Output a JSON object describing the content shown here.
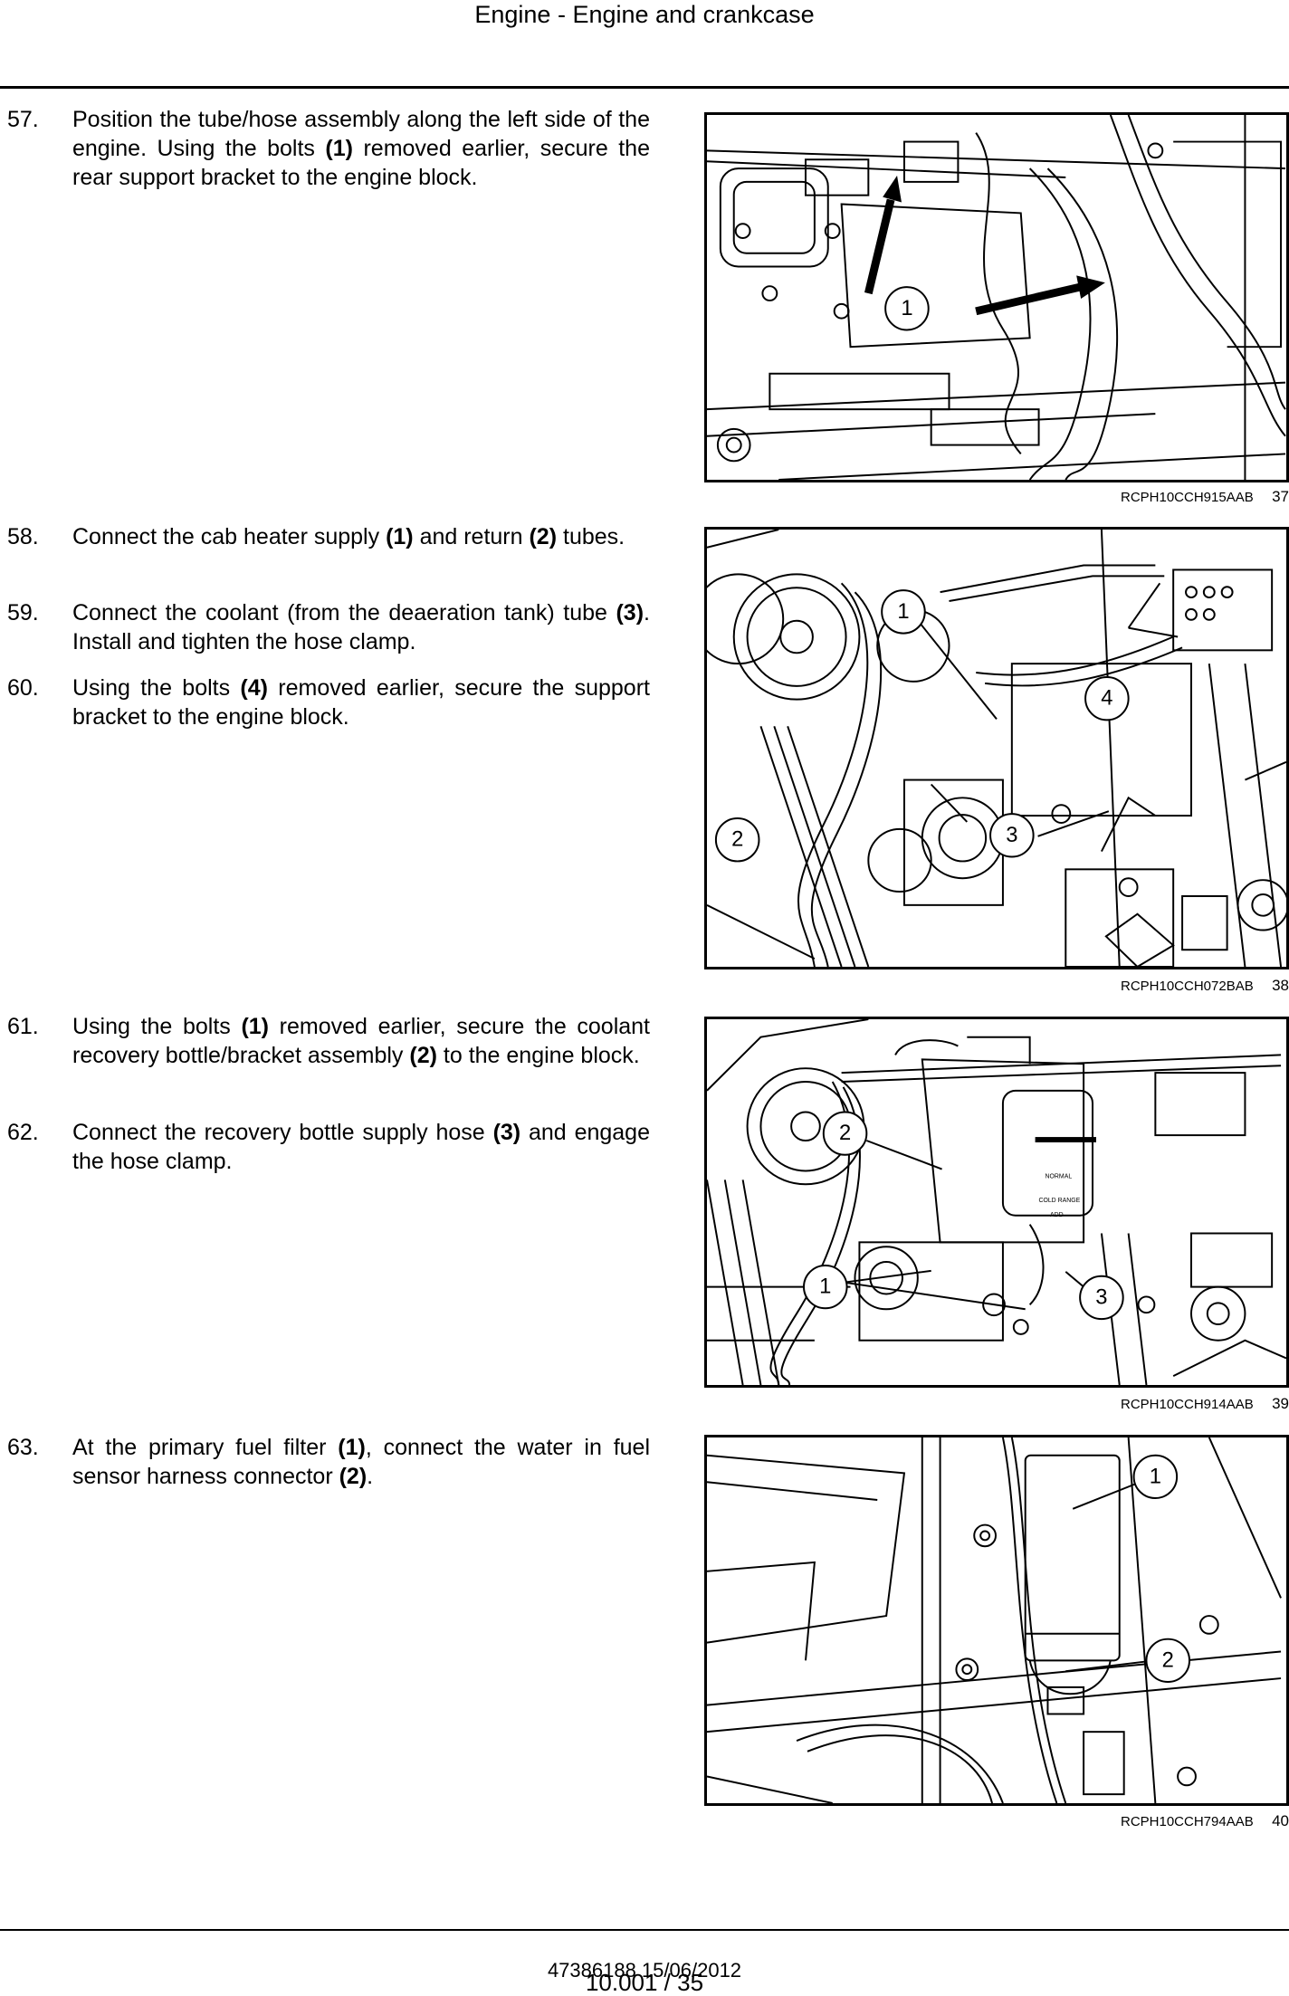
{
  "header": {
    "title": "Engine - Engine and crankcase"
  },
  "steps": [
    {
      "num": "57.",
      "parts": [
        "Position the tube/hose assembly along the left side of the engine.  Using the bolts ",
        "(1)",
        " removed earlier, secure the rear support bracket to the engine block."
      ]
    },
    {
      "num": "58.",
      "parts": [
        "Connect the cab heater supply ",
        "(1)",
        " and return ",
        "(2)",
        " tubes."
      ]
    },
    {
      "num": "59.",
      "parts": [
        "Connect the coolant (from the deaeration tank) tube ",
        "(3)",
        ". Install and tighten the hose clamp."
      ]
    },
    {
      "num": "60.",
      "parts": [
        "Using the bolts ",
        "(4)",
        " removed earlier, secure the support bracket to the engine block."
      ]
    },
    {
      "num": "61.",
      "parts": [
        "Using the bolts ",
        "(1)",
        " removed earlier, secure the coolant recovery bottle/bracket assembly ",
        "(2)",
        " to the engine block."
      ]
    },
    {
      "num": "62.",
      "parts": [
        "Connect the recovery bottle supply hose ",
        "(3)",
        " and engage the hose clamp."
      ]
    },
    {
      "num": "63.",
      "parts": [
        "At the primary fuel filter ",
        "(1)",
        ", connect the water in fuel sensor harness connector ",
        "(2)",
        "."
      ]
    }
  ],
  "figures": [
    {
      "code": "RCPH10CCH915AAB",
      "number": "37",
      "callouts": [
        "1"
      ]
    },
    {
      "code": "RCPH10CCH072BAB",
      "number": "38",
      "callouts": [
        "1",
        "4",
        "2",
        "3"
      ]
    },
    {
      "code": "RCPH10CCH914AAB",
      "number": "39",
      "callouts": [
        "2",
        "1",
        "3"
      ],
      "bottle_labels": [
        "NORMAL",
        "COLD RANGE",
        "ADD"
      ]
    },
    {
      "code": "RCPH10CCH794AAB",
      "number": "40",
      "callouts": [
        "1",
        "2"
      ]
    }
  ],
  "footer": {
    "doc": "47386188 15/06/2012",
    "page": "10.001 / 35"
  }
}
